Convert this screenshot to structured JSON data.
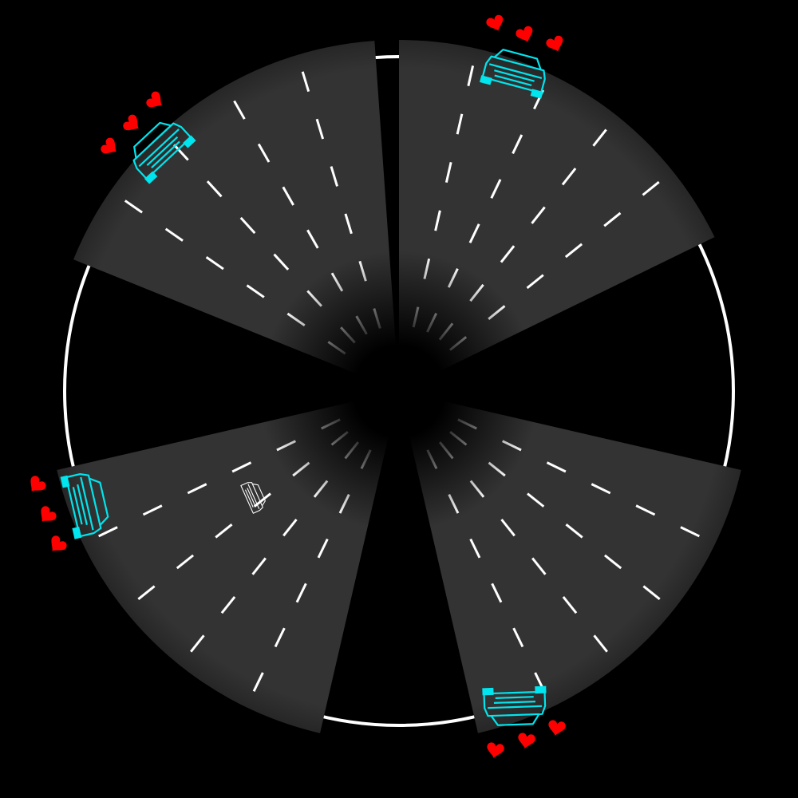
{
  "game": {
    "colors": {
      "background": "#000000",
      "road": "#333333",
      "lane_marking": "#ffffff",
      "arena_ring": "#ffffff",
      "player_car": "#00e5ee",
      "enemy_car": "#ffffff",
      "heart": "#ff0000"
    },
    "roads": [
      {
        "name": "road-north-east",
        "icon": "road-sector"
      },
      {
        "name": "road-south-east",
        "icon": "road-sector"
      },
      {
        "name": "road-south-west",
        "icon": "road-sector"
      },
      {
        "name": "road-north-west",
        "icon": "road-sector"
      }
    ],
    "players": [
      {
        "name": "player-north-east",
        "lives": 3,
        "icon": "car-icon"
      },
      {
        "name": "player-south-east",
        "lives": 3,
        "icon": "car-icon"
      },
      {
        "name": "player-west",
        "lives": 3,
        "icon": "car-icon"
      },
      {
        "name": "player-north-west",
        "lives": 3,
        "icon": "car-icon"
      }
    ],
    "enemies": [
      {
        "name": "incoming-car",
        "icon": "car-icon"
      }
    ]
  }
}
